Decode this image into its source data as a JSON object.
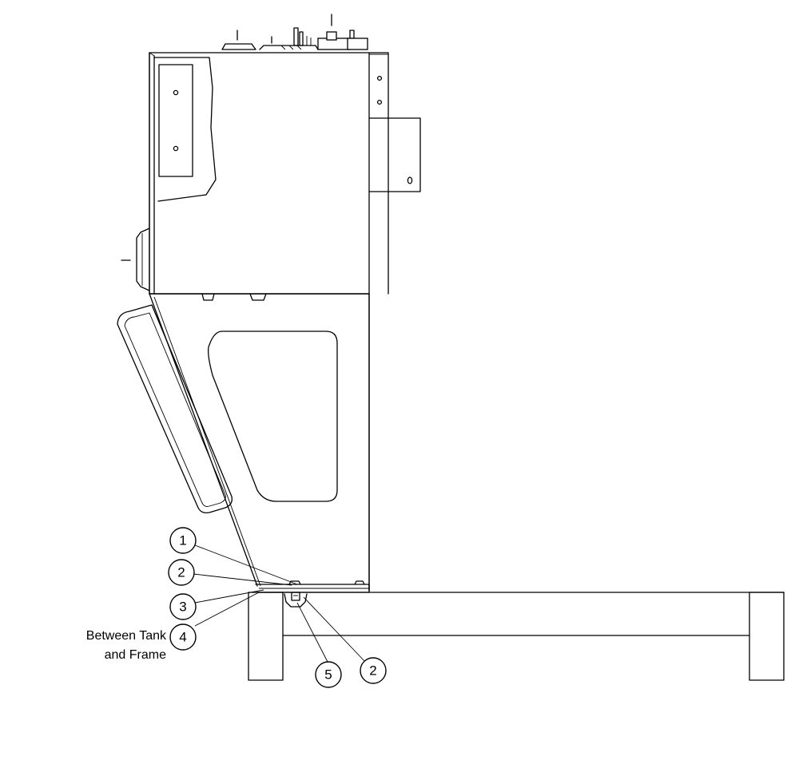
{
  "callouts": [
    {
      "id": "c1",
      "label": "1"
    },
    {
      "id": "c2a",
      "label": "2"
    },
    {
      "id": "c3",
      "label": "3"
    },
    {
      "id": "c4",
      "label": "4"
    },
    {
      "id": "c5",
      "label": "5"
    },
    {
      "id": "c2b",
      "label": "2"
    }
  ],
  "note": {
    "line1": "Between Tank",
    "line2": "and Frame"
  }
}
